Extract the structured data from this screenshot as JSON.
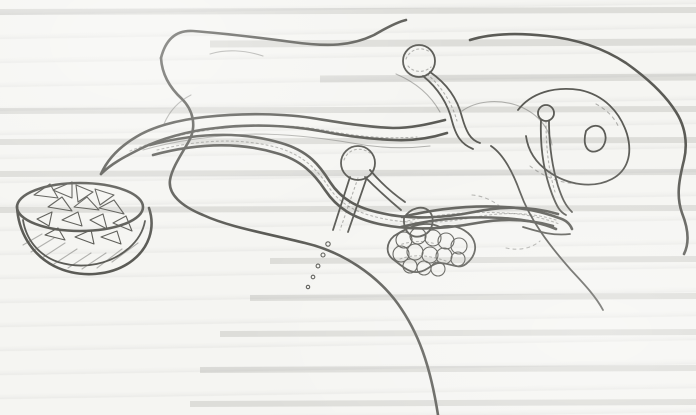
{
  "image_type": "engraved diagram",
  "main_elements": [
    "mouth-cavity",
    "head-outline",
    "long-tube",
    "lower-branch",
    "grape-like-cluster",
    "upper-balloon",
    "right-balloon",
    "small-funnel",
    "food-basket"
  ]
}
